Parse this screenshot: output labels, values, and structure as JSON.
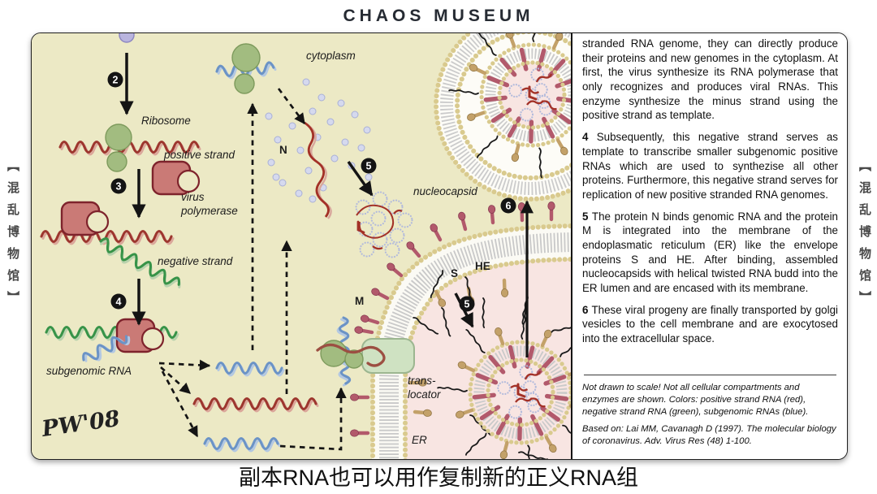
{
  "header": {
    "title": "CHAOS MUSEUM"
  },
  "side_banners": {
    "left": "【混乱博物馆】",
    "right": "【混乱博物馆】"
  },
  "subtitle": "副本RNA也可以用作复制新的正义RNA组",
  "diagram": {
    "labels": {
      "cytoplasm": "cytoplasm",
      "ribosome": "Ribosome",
      "positive_strand": "positive strand",
      "virus_polymerase_1": "virus",
      "virus_polymerase_2": "polymerase",
      "negative_strand": "negative strand",
      "subgenomic_rna": "subgenomic RNA",
      "n_protein": "N",
      "nucleocapsid": "nucleocapsid",
      "m_protein": "M",
      "s_protein": "S",
      "he_protein": "HE",
      "translocator_1": "trans-",
      "translocator_2": "locator",
      "er": "ER",
      "signature": "PW'08"
    },
    "badges": [
      "2",
      "3",
      "4",
      "5",
      "5",
      "6"
    ]
  },
  "panel": {
    "intro": "stranded RNA genome, they can directly produce their proteins and new genomes in the cytoplasm. At first, the virus synthesize its RNA polymerase that only recognizes and produces viral RNAs. This enzyme synthesize the minus strand using the positive strand as template.",
    "steps": [
      {
        "num": "4",
        "text": "Subsequently, this negative strand serves as template to transcribe smaller subgenomic positive RNAs which are used to synthezise all other proteins. Furthermore, this negative strand serves for replication of new positive stranded RNA genomes."
      },
      {
        "num": "5",
        "text": "The protein N binds genomic RNA and the protein M is integrated into the membrane of the endoplasmatic reticulum (ER) like the envelope proteins S and HE. After binding, assembled nucleocapsids with helical twisted RNA budd into the ER lumen and are encased with its membrane."
      },
      {
        "num": "6",
        "text": "These viral progeny are finally transported by golgi vesicles to the cell membrane and are exocytosed into the extracellular space."
      }
    ],
    "note1": "Not drawn to scale! Not all cellular compartments and enzymes are shown. Colors: positive strand RNA (red), negative strand RNA (green), subgenomic RNAs (blue).",
    "note2": "Based on: Lai MM, Cavanagh D (1997). The molecular biology of coronavirus. Adv. Virus Res (48) 1-100."
  },
  "colors": {
    "diagram_bg": "#ece9c5",
    "er_lumen_pink": "#f8e5e2",
    "positive_strand_rna": "#9d362e",
    "negative_strand_rna": "#379348",
    "subgenomic_rna": "#6b93c6",
    "membrane_bead": "#d9ca8e",
    "m_protein": "#b2596b",
    "s_protein": "#c3a169",
    "ribosome_green": "#a2bc80",
    "polymerase_red": "#ca7a76",
    "n_dot_lavender": "#d5d9ee"
  }
}
